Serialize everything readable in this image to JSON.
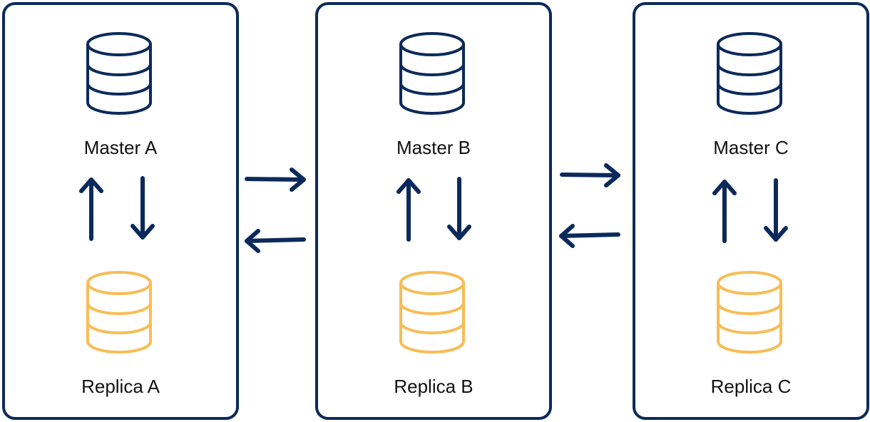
{
  "colors": {
    "primary": "#0b2a5b",
    "replica": "#f7bd57",
    "background": "#ffffff"
  },
  "panels": [
    {
      "master_label": "Master A",
      "replica_label": "Replica A",
      "master_icon": "database-icon",
      "replica_icon": "database-icon"
    },
    {
      "master_label": "Master B",
      "replica_label": "Replica B",
      "master_icon": "database-icon",
      "replica_icon": "database-icon"
    },
    {
      "master_label": "Master C",
      "replica_label": "Replica C",
      "master_icon": "database-icon",
      "replica_icon": "database-icon"
    }
  ]
}
